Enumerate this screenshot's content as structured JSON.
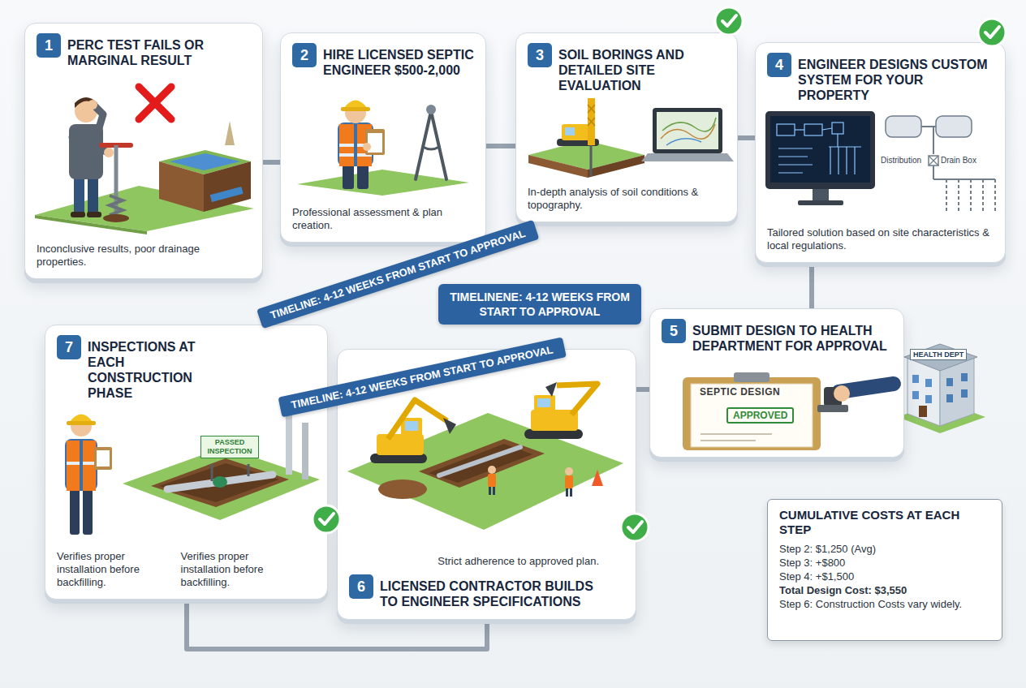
{
  "diagram": {
    "nodes": [
      {
        "text": [
          "1",
          "PERC TEST FAILS OR MARGINAL RESULT",
          "Inconclusive results, poor drainage properties."
        ]
      },
      {
        "text": [
          "2",
          "HIRE LICENSED SEPTIC ENGINEER $500-2,000",
          "Professional assessment & plan creation."
        ]
      },
      {
        "text": [
          "3",
          "SOIL BORINGS AND DETAILED SITE EVALUATION",
          "In-depth analysis of soil conditions & topography."
        ]
      },
      {
        "text": [
          "4",
          "ENGINEER DESIGNS CUSTOM SYSTEM FOR YOUR PROPERTY",
          "Tailored solution based on site characteristics & local regulations."
        ]
      },
      {
        "text": [
          "5",
          "SUBMIT DESIGN TO HEALTH DEPARTMENT FOR APPROVAL"
        ]
      },
      {
        "text": [
          "6",
          "LICENSED CONTRACTOR BUILDS TO ENGINEER SPECIFICATIONS",
          "Strict adherence to approved plan."
        ]
      },
      {
        "text": [
          "7",
          "INSPECTIONS AT EACH CONSTRUCTION PHASE",
          "Verifies proper installation before backfilling.",
          "Verifies proper installation before backfilling."
        ]
      },
      {
        "text": [
          "CUMULATIVE COSTS AT EACH STEP",
          "Step 2: $1,250 (Avg)",
          "Step 3: +$800",
          "Step 4: +$1,500",
          "Total Design Cost: $3,550",
          "Step 6: Construction Costs vary widely."
        ]
      },
      {
        "text": [
          "TIMELINE: 4-12 WEEKS FROM START TO APPROVAL"
        ]
      },
      {
        "text": [
          "TIMELINENE: 4-12 WEEKS FROM START TO APPROVAL"
        ]
      },
      {
        "text": [
          "TIMELINE: 4-12 WEEKS FROM START TO APPROVAL"
        ]
      }
    ],
    "edges": [
      {
        "from": 0,
        "to": 1,
        "arrow": "none"
      },
      {
        "from": 1,
        "to": 2,
        "arrow": "none"
      },
      {
        "from": 2,
        "to": 3,
        "arrow": "none"
      },
      {
        "from": 3,
        "to": 4,
        "arrow": "none"
      },
      {
        "from": 4,
        "to": 5,
        "arrow": "none"
      },
      {
        "from": 5,
        "to": 6,
        "arrow": "none"
      }
    ],
    "labels": [
      "Distribution",
      "Drain Box",
      "SEPTIC DESIGN",
      "APPROVED",
      "HEALTH DEPT",
      "PASSED INSPECTION"
    ]
  }
}
